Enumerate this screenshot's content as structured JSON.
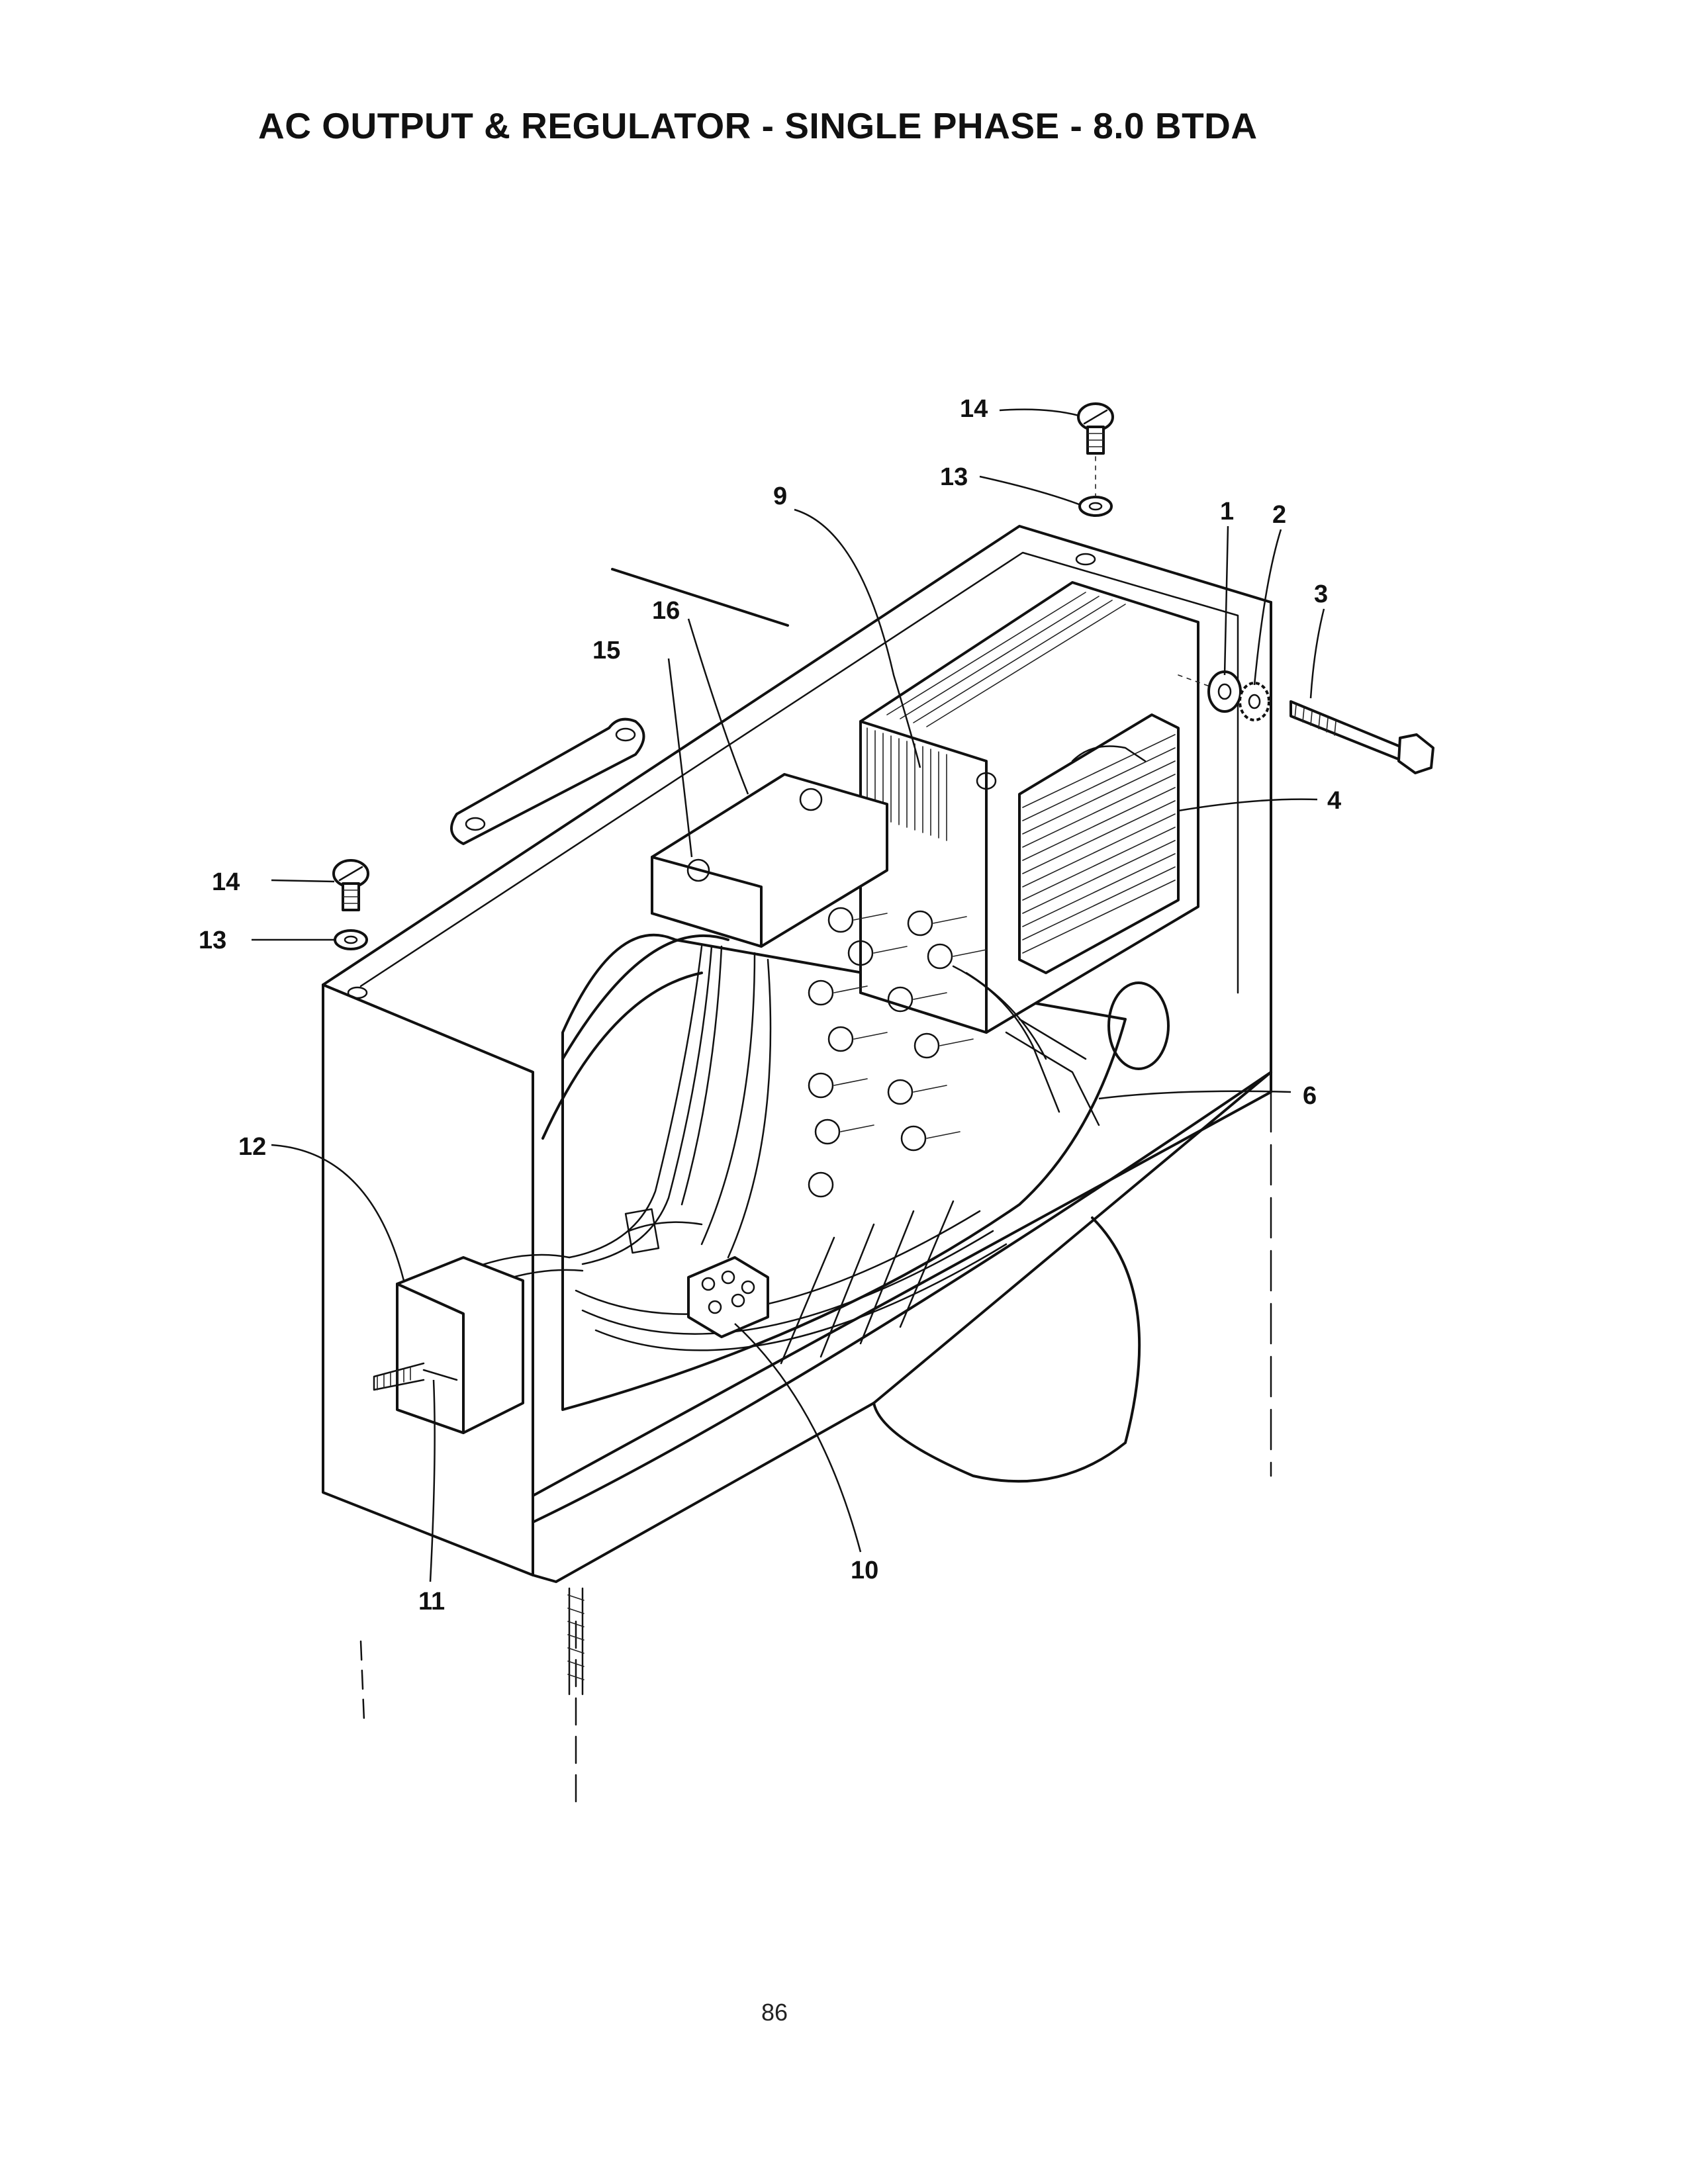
{
  "page": {
    "title": "AC OUTPUT & REGULATOR - SINGLE PHASE - 8.0 BTDA",
    "page_number": "86"
  },
  "callouts": {
    "c1": "1",
    "c2": "2",
    "c3": "3",
    "c4": "4",
    "c6": "6",
    "c9": "9",
    "c10": "10",
    "c11": "11",
    "c12": "12",
    "c13_top": "13",
    "c13_left": "13",
    "c14_top": "14",
    "c14_left": "14",
    "c15": "15",
    "c16": "16"
  },
  "colors": {
    "ink": "#111111",
    "paper": "#ffffff"
  }
}
